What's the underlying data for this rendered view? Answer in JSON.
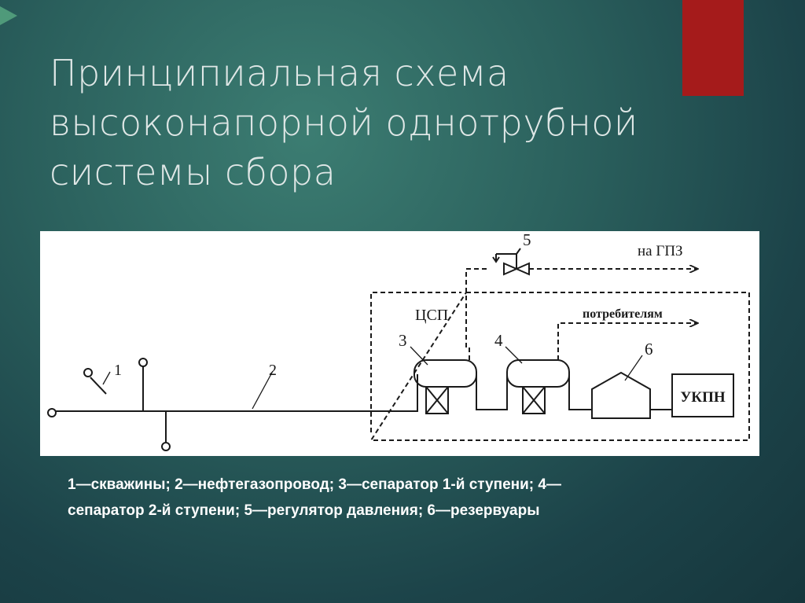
{
  "slide": {
    "title_lines": [
      "Принципиальная схема",
      "высоконапорной однотрубной",
      "системы сбора"
    ],
    "colors": {
      "accent": "#a51b1b",
      "background": "#2a5f5c",
      "arrow": "#4f9a7a"
    }
  },
  "diagram": {
    "labels": {
      "wells": "1",
      "pipeline": "2",
      "separator1": "3",
      "separator2": "4",
      "regulator": "5",
      "tanks": "6",
      "csp": "ЦСП",
      "to_gpz": "на ГПЗ",
      "to_consumers": "потребителям",
      "ukpn": "УКПН"
    }
  },
  "caption": {
    "lines": [
      "1—скважины; 2—нефтегазопровод; 3—сепаратор 1-й ступени; 4—",
      "сепаратор 2-й ступени; 5—регулятор давления; 6—резервуары"
    ]
  }
}
